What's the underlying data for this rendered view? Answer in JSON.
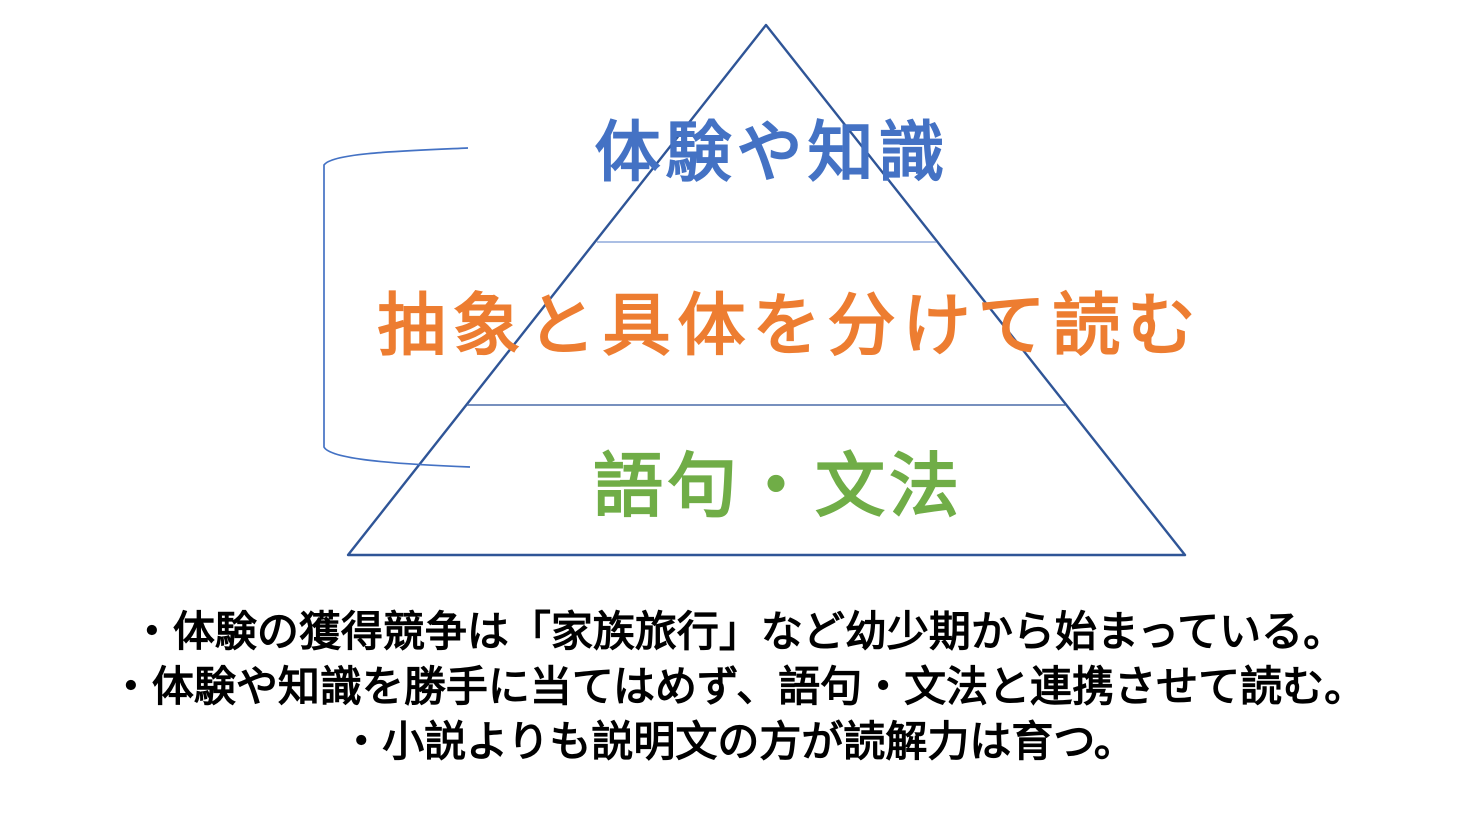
{
  "slide": {
    "background_color": "#FFFFFF",
    "pyramid": {
      "outline_color": "#2F5597",
      "divider_upper_color": "#8FAADC",
      "divider_lower_color": "#4A6CA8",
      "levels": [
        {
          "position": "top",
          "label": "体験や知識",
          "color": "#4472C4"
        },
        {
          "position": "middle",
          "label": "抽象と具体を分けて読む",
          "color": "#ED7D31"
        },
        {
          "position": "bottom",
          "label": "語句・文法",
          "color": "#70AD47"
        }
      ]
    },
    "bracket": {
      "description": "left bracket linking top tier and bottom tier",
      "color": "#4472C4"
    },
    "notes": {
      "text_color": "#000000",
      "lines": [
        "・体験の獲得競争は「家族旅行」など幼少期から始まっている。",
        "・体験や知識を勝手に当てはめず、語句・文法と連携させて読む。",
        "・小説よりも説明文の方が読解力は育つ。"
      ]
    }
  }
}
